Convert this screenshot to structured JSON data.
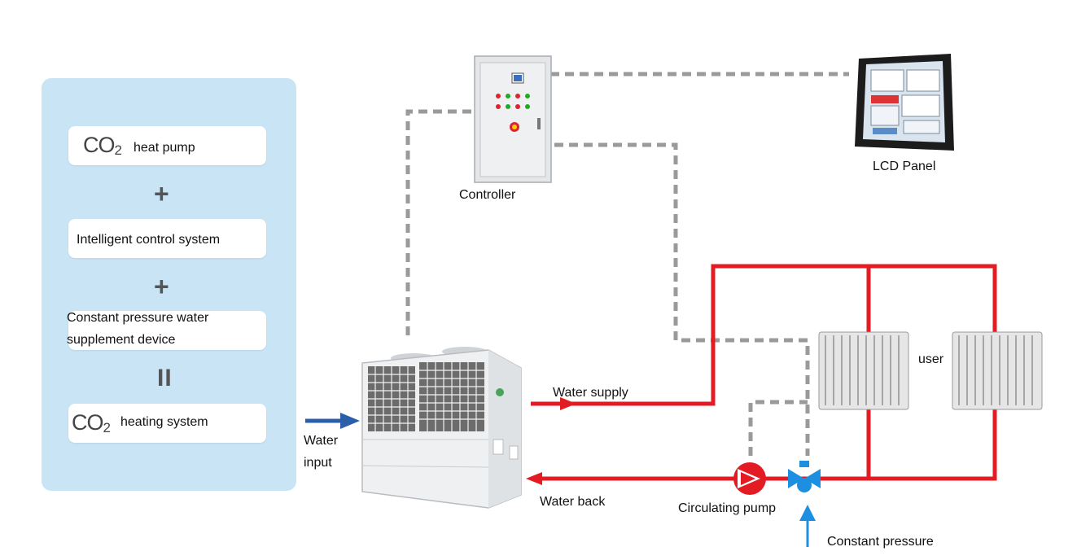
{
  "left_panel": {
    "card1": {
      "co2_main": "CO",
      "co2_sub": "2",
      "label": "heat pump"
    },
    "plus1": "+",
    "card2": {
      "label": "Intelligent control system"
    },
    "plus2": "+",
    "card3": {
      "line1": "Constant pressure water",
      "line2": "supplement device"
    },
    "equals": "II",
    "card4": {
      "co2_main": "CO",
      "co2_sub": "2",
      "label": "heating system"
    }
  },
  "labels": {
    "controller": "Controller",
    "lcd_panel": "LCD Panel",
    "water_input_1": "Water",
    "water_input_2": "input",
    "water_supply": "Water supply",
    "water_back": "Water back",
    "user": "user",
    "circulating_pump": "Circulating pump",
    "constant_pressure": "Constant pressure"
  },
  "colors": {
    "panel_bg": "#c9e5f5",
    "pipe_red": "#e31b23",
    "signal_gray": "#9a9a9a",
    "inlet_arrow": "#2a5ea8",
    "supplement_arrow": "#1e8fe0"
  }
}
